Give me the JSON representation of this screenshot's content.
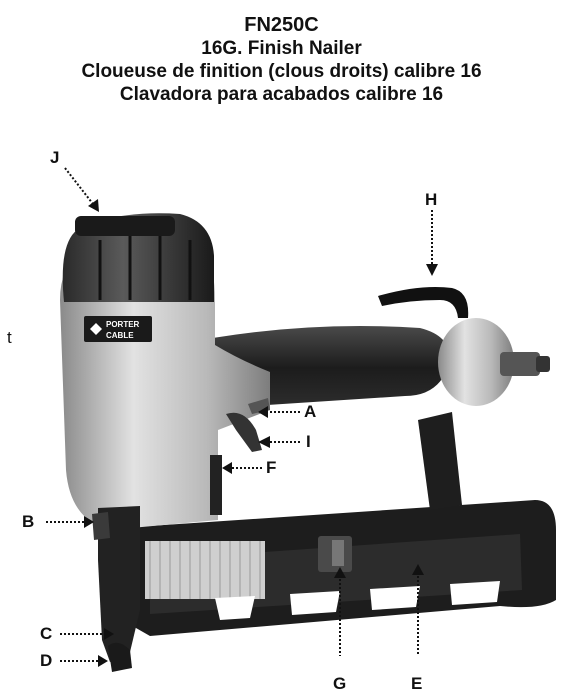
{
  "header": {
    "model": "FN250C",
    "title_en": "16G. Finish Nailer",
    "title_fr": "Cloueuse de finition (clous droits) calibre 16",
    "title_es": "Clavadora para acabados calibre 16"
  },
  "brand_logo": {
    "line1": "PORTER",
    "line2": "CABLE"
  },
  "callouts": {
    "A": "A",
    "B": "B",
    "C": "C",
    "D": "D",
    "E": "E",
    "F": "F",
    "G": "G",
    "H": "H",
    "I": "I",
    "J": "J"
  },
  "stray_text": "t"
}
